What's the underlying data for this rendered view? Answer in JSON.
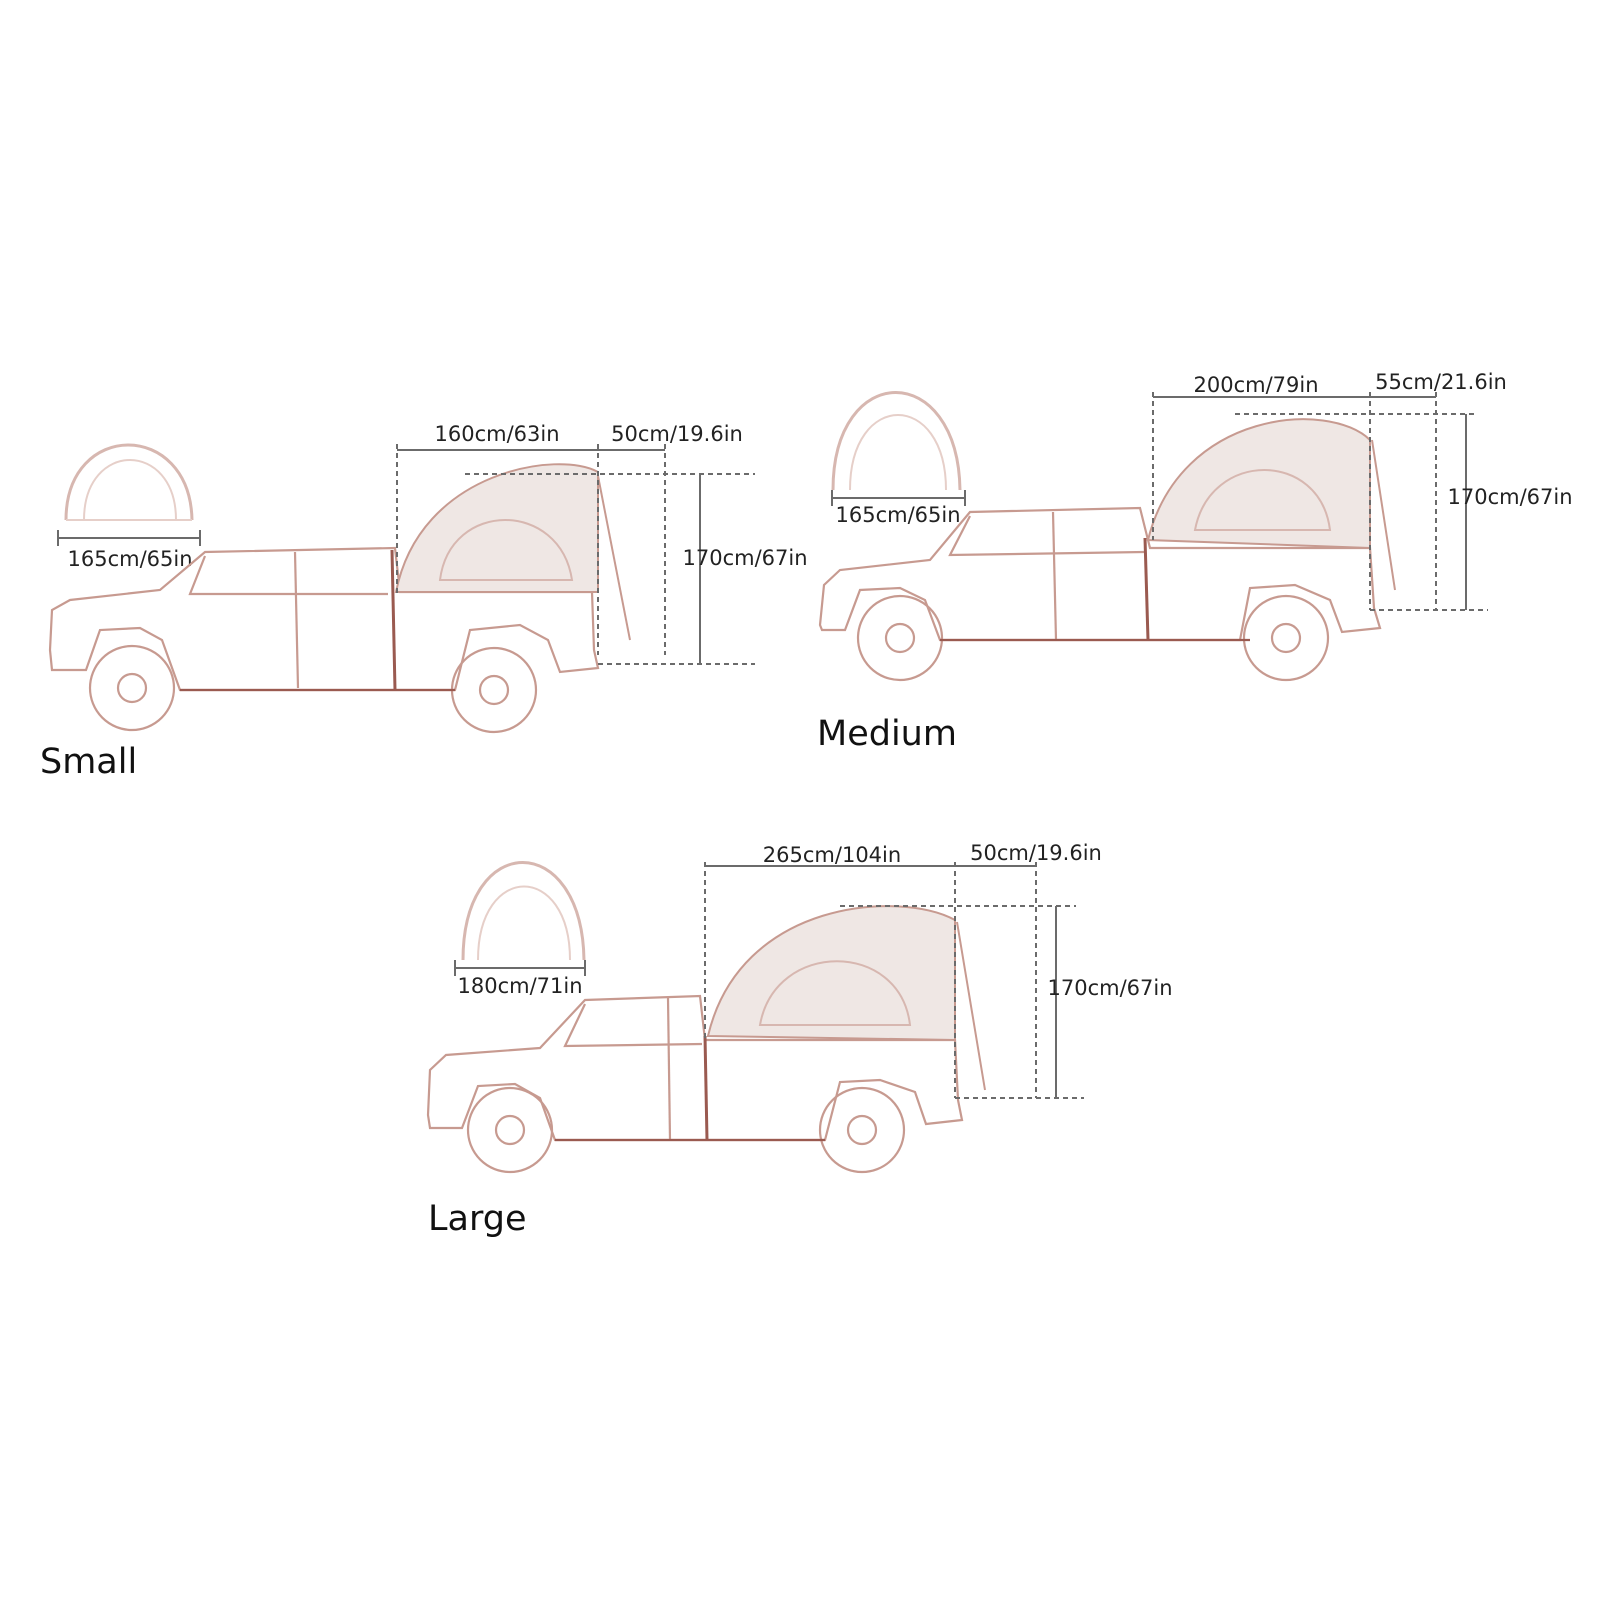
{
  "colors": {
    "outline": "#c79a90",
    "outline_dark": "#9a5a50",
    "tent_fill": "#efe7e4",
    "dim_line": "#6b6b6b",
    "text": "#222222"
  },
  "variants": [
    {
      "key": "small",
      "label": "Small",
      "tent_door_width": "165cm/65in",
      "tent_length": "160cm/63in",
      "awning_depth": "50cm/19.6in",
      "tent_height": "170cm/67in"
    },
    {
      "key": "medium",
      "label": "Medium",
      "tent_door_width": "165cm/65in",
      "tent_length": "200cm/79in",
      "awning_depth": "55cm/21.6in",
      "tent_height": "170cm/67in"
    },
    {
      "key": "large",
      "label": "Large",
      "tent_door_width": "180cm/71in",
      "tent_length": "265cm/104in",
      "awning_depth": "50cm/19.6in",
      "tent_height": "170cm/67in"
    }
  ]
}
